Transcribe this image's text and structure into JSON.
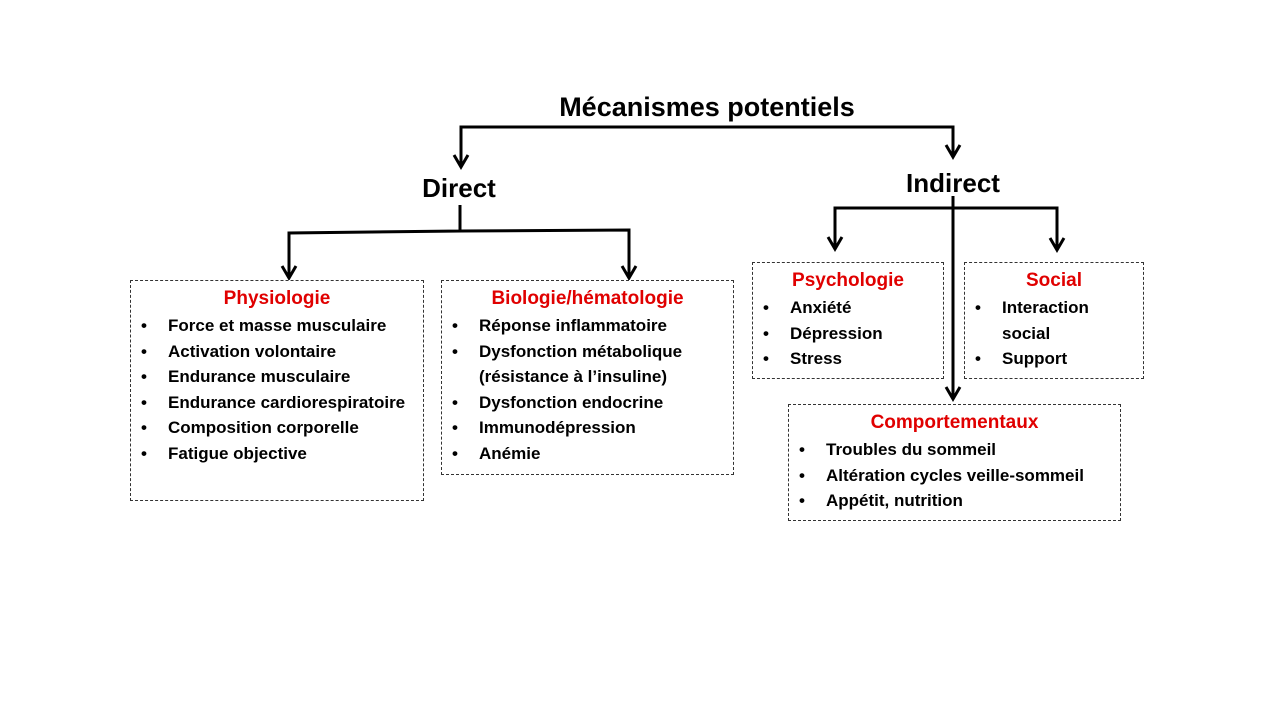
{
  "title": "Mécanismes potentiels",
  "branches": {
    "direct": "Direct",
    "indirect": "Indirect"
  },
  "boxes": {
    "physiologie": {
      "title": "Physiologie",
      "items": [
        "Force et masse musculaire",
        "Activation volontaire",
        "Endurance musculaire",
        "Endurance cardiorespiratoire",
        "Composition corporelle",
        "Fatigue objective"
      ]
    },
    "biologie": {
      "title": "Biologie/hématologie",
      "items": [
        "Réponse inflammatoire",
        "Dysfonction métabolique (résistance à l’insuline)",
        "Dysfonction endocrine",
        "Immunodépression",
        "Anémie"
      ]
    },
    "psychologie": {
      "title": "Psychologie",
      "items": [
        "Anxiété",
        "Dépression",
        "Stress"
      ]
    },
    "social": {
      "title": "Social",
      "items": [
        "Interaction social",
        "Support"
      ]
    },
    "comportementaux": {
      "title": "Comportementaux",
      "items": [
        "Troubles du sommeil",
        "Altération cycles veille-sommeil",
        "Appétit, nutrition"
      ]
    }
  },
  "colors": {
    "box_title": "#e00000",
    "text": "#000000",
    "border": "#333333"
  }
}
